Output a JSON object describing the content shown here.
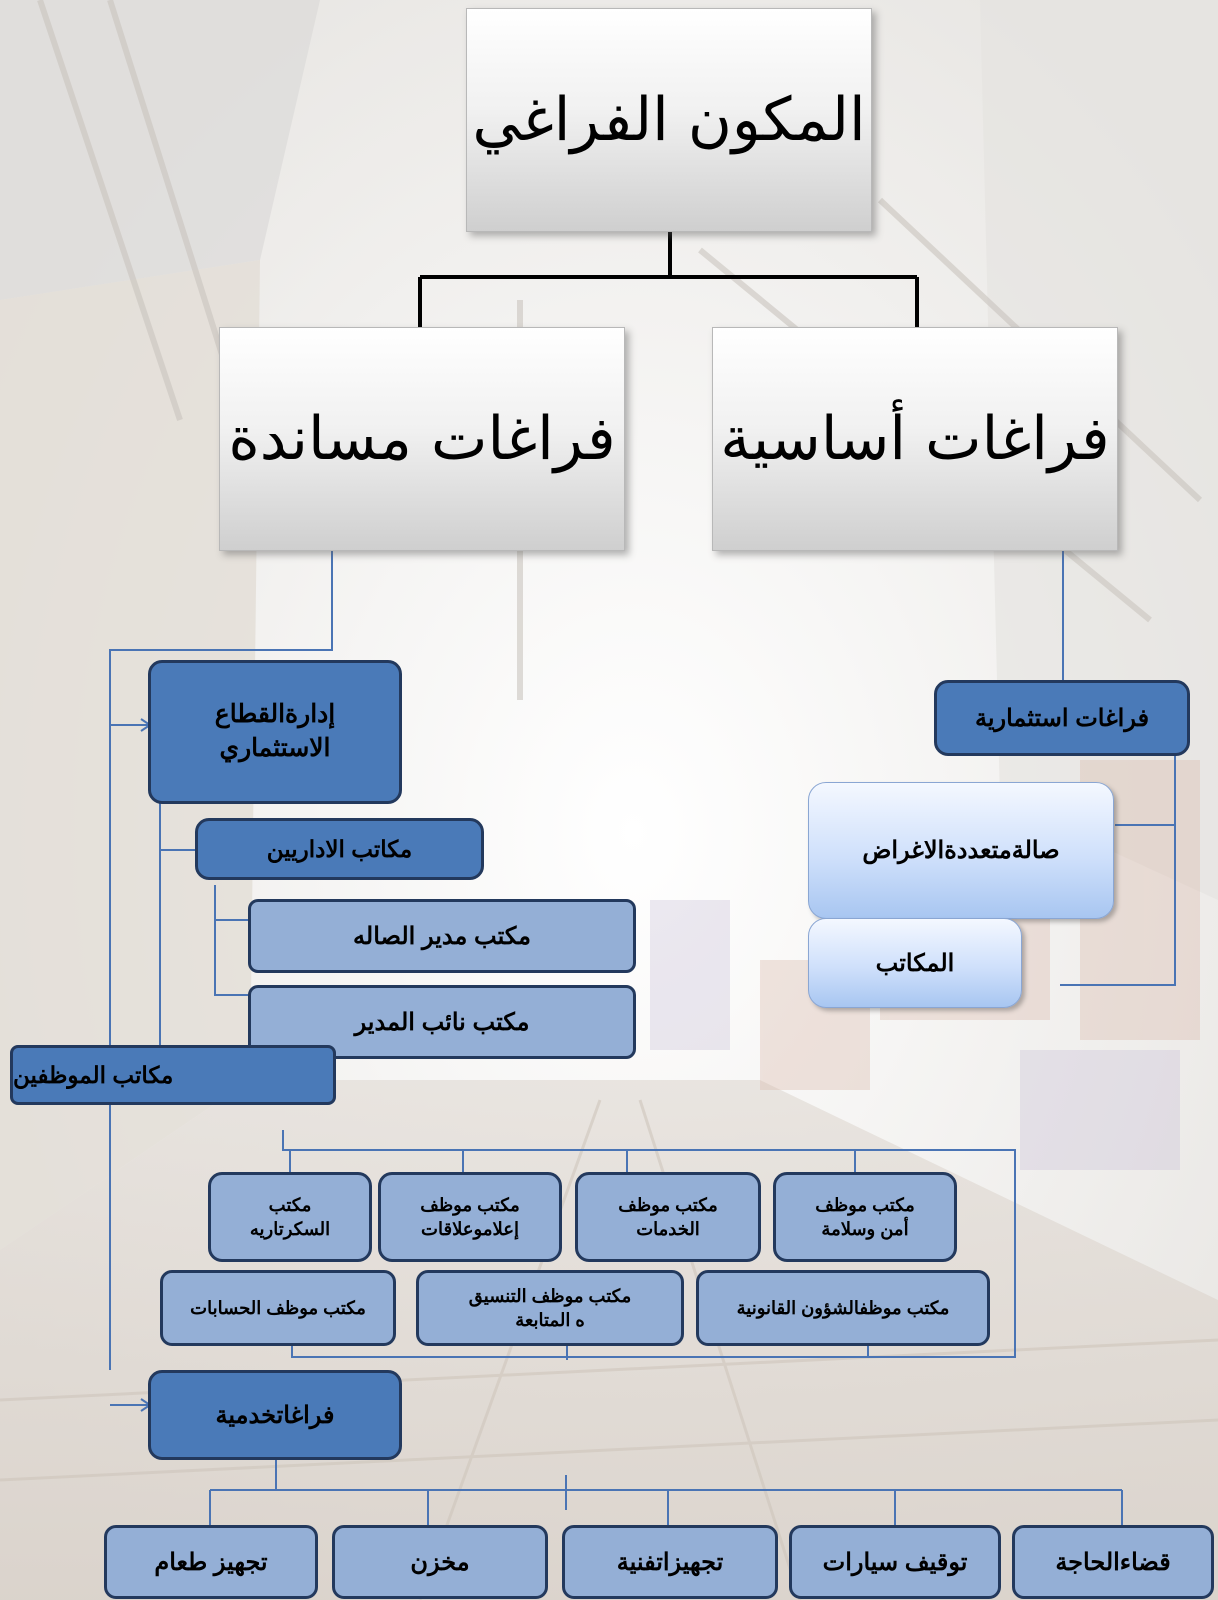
{
  "root": {
    "label": "المكون الفراغي"
  },
  "primary": {
    "label": "فراغات أساسية"
  },
  "support": {
    "label": "فراغات مساندة"
  },
  "investment": {
    "label": "فراغات استثمارية",
    "children": [
      "صالةمتعددةالاغراض",
      "المكاتب"
    ]
  },
  "admin": {
    "label_line1": "إدارةالقطاع",
    "label_line2": "الاستثماري",
    "admins_offices": {
      "label": "مكاتب الاداريين",
      "children": [
        "مكتب مدير الصاله",
        "مكتب نائب المدير"
      ]
    },
    "staff_offices": {
      "label": "مكاتب الموظفين",
      "row1": [
        {
          "line1": "مكتب موظف",
          "line2": "أمن وسلامة"
        },
        {
          "line1": "مكتب موظف",
          "line2": "الخدمات"
        },
        {
          "line1": "مكتب موظف",
          "line2": "إعلاموعلاقات"
        },
        {
          "line1": "مكتب",
          "line2": "السكرتاريه"
        }
      ],
      "row2": [
        {
          "line1": "مكتب موظفالشؤون القانونية",
          "line2": ""
        },
        {
          "line1": "مكتب موظف التنسيق",
          "line2": "ه المتابعة"
        },
        {
          "line1": "مكتب موظف الحسابات",
          "line2": ""
        }
      ]
    }
  },
  "service": {
    "label": "فراغاتخدمية",
    "children": [
      "قضاءالحاجة",
      "توقيف سيارات",
      "تجهيزاتفنية",
      "مخزن",
      "تجهيز طعام"
    ]
  },
  "colors": {
    "dark_box": "#4a7ab8",
    "light_box": "#94afd6",
    "border": "#23395d",
    "connector": "#4a74b4"
  }
}
